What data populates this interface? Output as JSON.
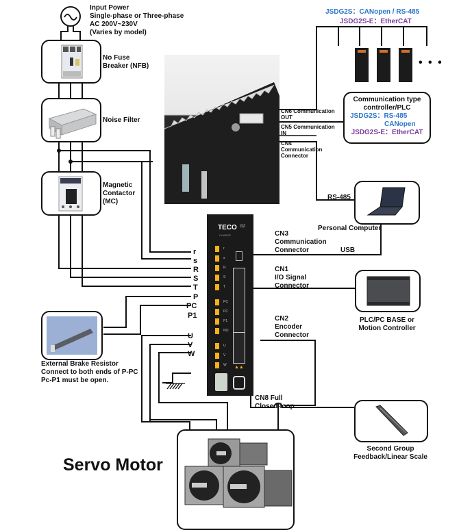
{
  "input_power": {
    "title": "Input Power",
    "phase": "Single-phase or Three-phase",
    "voltage": "AC 200V~230V",
    "note": "(Varies by model)"
  },
  "nfb": {
    "line1": "No Fuse",
    "line2": "Breaker (NFB)"
  },
  "noise_filter": {
    "label": "Noise Filter"
  },
  "mc": {
    "line1": "Magnetic",
    "line2": "Contactor",
    "line3": "(MC)"
  },
  "network": {
    "jsdg2s": "JSDG2S：CANopen / RS-485",
    "jsdg2s_e": "JSDG2S-E：EtherCAT",
    "ellipsis": "• • •"
  },
  "controller": {
    "title1": "Communication type",
    "title2": "controller/PLC",
    "jsdg2s_a": "JSDG2S：RS-485",
    "jsdg2s_b": "CANopen",
    "jsdg2s_e": "JSDG2S-E：EtherCAT"
  },
  "cn6": {
    "line1": "CN6 Communication",
    "line2": "OUT"
  },
  "cn5": {
    "line1": "CN5 Communication",
    "line2": "IN"
  },
  "cn4": {
    "line1": "CN4",
    "line2": "Communication",
    "line3": "Connector"
  },
  "rs485": "RS-485",
  "pc": {
    "label": "Personal Computer",
    "usb": "USB"
  },
  "cn3": {
    "line1": "CN3",
    "line2": "Communication",
    "line3": "Connector"
  },
  "cn1": {
    "line1": "CN1",
    "line2": "I/O Signal",
    "line3": "Connector"
  },
  "plc": {
    "line1": "PLC/PC BASE or",
    "line2": "Motion Controller"
  },
  "cn2": {
    "line1": "CN2",
    "line2": "Encoder",
    "line3": "Connector"
  },
  "cn8": {
    "line1": "CN8 Full",
    "line2": "Closed-loop"
  },
  "linear_scale": {
    "line1": "Second Group",
    "line2": "Feedback/Linear Scale"
  },
  "brake": {
    "line1": "External Brake Resistor",
    "line2": "Connect to both ends of P-PC",
    "line3": "Pc-P1 must be open."
  },
  "terminals": [
    "r",
    "s",
    "R",
    "S",
    "T",
    "P",
    "PC",
    "P1",
    "U",
    "V",
    "W"
  ],
  "drive": {
    "brand": "TECO",
    "model": "G2",
    "charge": "CHARGE",
    "slot_labels": [
      "r",
      "s",
      "R",
      "S",
      "T",
      "PC",
      "PC",
      "P1",
      "NO",
      "U",
      "V",
      "W"
    ],
    "cn_labels": [
      "CN3",
      "CN1",
      "CN2",
      "CN8"
    ]
  },
  "servo_motor": "Servo Motor",
  "colors": {
    "blue_text": "#2d77c9",
    "purple_text": "#7a3d9c",
    "led": "#f6b21a"
  }
}
